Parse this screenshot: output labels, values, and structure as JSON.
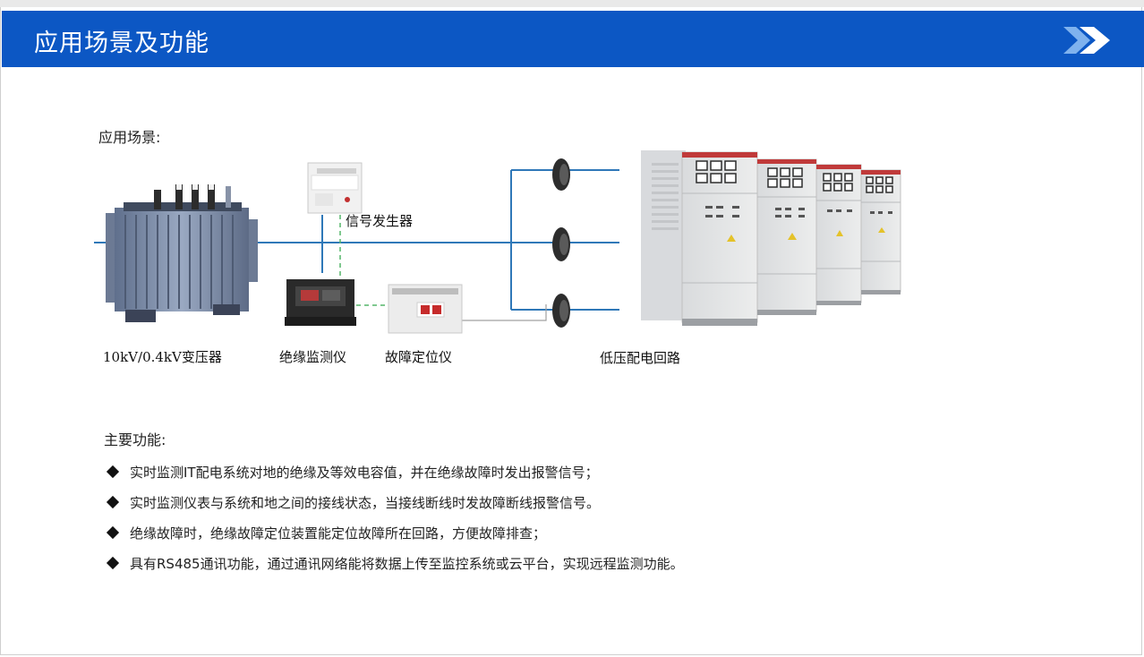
{
  "header": {
    "title": "应用场景及功能"
  },
  "scenario": {
    "title": "应用场景:",
    "labels": {
      "transformer": "10kV/0.4kV变压器",
      "monitor": "绝缘监测仪",
      "locator": "故障定位仪",
      "signal_generator": "信号发生器",
      "distribution": "低压配电回路"
    }
  },
  "features": {
    "title": "主要功能:",
    "items": [
      "实时监测IT配电系统对地的绝缘及等效电容值，并在绝缘故障时发出报警信号；",
      "实时监测仪表与系统和地之间的接线状态，当接线断线时发故障断线报警信号。",
      "绝缘故障时，绝缘故障定位装置能定位故障所在回路，方便故障排查；",
      "具有RS485通讯功能，通过通讯网络能将数据上传至监控系统或云平台，实现远程监测功能。"
    ]
  },
  "colors": {
    "header": "#0c57c4",
    "line": "#2f78b8",
    "dashed": "#55b56a"
  }
}
